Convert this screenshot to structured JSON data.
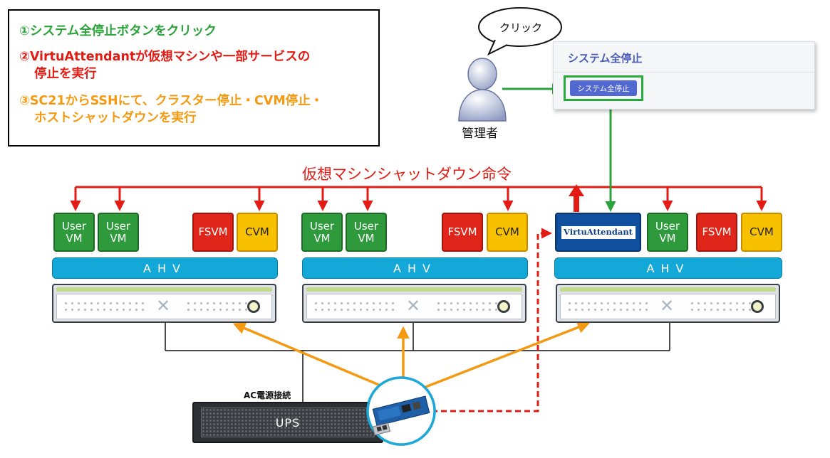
{
  "steps": {
    "s1": {
      "text": "①システム全停止ボタンをクリック",
      "color": "#2aa43a"
    },
    "s2a": {
      "text": "②VirtuAttendantが仮想マシンや一部サービスの",
      "color": "#e21c14"
    },
    "s2b": {
      "text": "停止を実行",
      "color": "#e21c14"
    },
    "s3a": {
      "text": "③SC21からSSHにて、クラスター停止・CVM停止・",
      "color": "#f39a12"
    },
    "s3b": {
      "text": "ホストシャットダウンを実行",
      "color": "#f39a12"
    }
  },
  "bubble": {
    "text": "クリック"
  },
  "admin": {
    "label": "管理者"
  },
  "ui_panel": {
    "title": "システム全停止",
    "button": "システム全停止"
  },
  "shutdown_command": "仮想マシンシャットダウン命令",
  "vm": {
    "user_line1": "User",
    "user_line2": "VM",
    "fsvm": "FSVM",
    "cvm": "CVM",
    "va": "VirtuAttendant"
  },
  "ahv_label": "AHV",
  "ups": {
    "label": "UPS",
    "ac_label": "AC電源接続"
  },
  "colors": {
    "red": "#e21c14",
    "green": "#2aa43a",
    "orange": "#f39a12",
    "ahv": "#14a8d8",
    "ring": "#1ea8d8"
  }
}
